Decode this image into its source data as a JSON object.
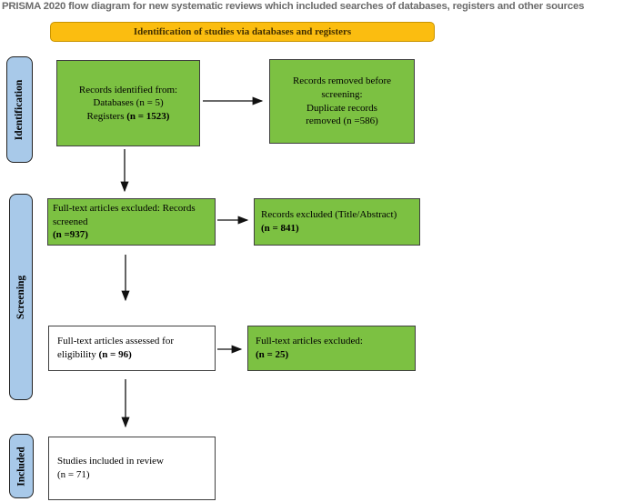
{
  "page_title": "PRISMA 2020 flow diagram for new systematic reviews which included searches of databases, registers and other sources",
  "banner": {
    "label": "Identification of studies via databases and registers"
  },
  "stages": [
    {
      "id": "identification",
      "label": "Identification"
    },
    {
      "id": "screening",
      "label": "Screening"
    },
    {
      "id": "included",
      "label": "Included"
    }
  ],
  "colors": {
    "green": "#7CC142",
    "orange": "#FBBD10",
    "blue": "#A8C9E9",
    "title-gray": "#6b6b6b"
  },
  "boxes": [
    {
      "id": "records-identified",
      "lines": [
        [
          {
            "t": "Records identified from:"
          }
        ],
        [
          {
            "t": "Databases (n = 5)"
          }
        ],
        [
          {
            "t": "Registers "
          },
          {
            "t": "(n = 1523)",
            "b": 1
          }
        ]
      ]
    },
    {
      "id": "records-removed",
      "lines": [
        [
          {
            "t": "Records removed before"
          }
        ],
        [
          {
            "t": "screening:"
          }
        ],
        [
          {
            "t": "Duplicate records"
          }
        ],
        [
          {
            "t": "removed (n =586)"
          }
        ]
      ]
    },
    {
      "id": "records-screened",
      "lines": [
        [
          {
            "t": "Full-text articles excluded: Records"
          }
        ],
        [
          {
            "t": "screened"
          }
        ],
        [
          {
            "t": "(n =937)",
            "b": 1
          }
        ]
      ]
    },
    {
      "id": "records-excluded",
      "lines": [
        [
          {
            "t": "Records excluded (Title/Abstract)"
          }
        ],
        [
          {
            "t": "(n = 841)",
            "b": 1
          }
        ]
      ]
    },
    {
      "id": "fulltext-assessed",
      "lines": [
        [
          {
            "t": "Full-text articles assessed for"
          }
        ],
        [
          {
            "t": "eligibility "
          },
          {
            "t": "(n = 96)",
            "b": 1
          }
        ]
      ]
    },
    {
      "id": "fulltext-excluded",
      "lines": [
        [
          {
            "t": "Full-text articles excluded:"
          }
        ],
        [
          {
            "t": "(n = 25)",
            "b": 1
          }
        ]
      ]
    },
    {
      "id": "studies-included",
      "lines": [
        [
          {
            "t": "Studies included in review"
          }
        ],
        [
          {
            "t": "(n = 71)"
          }
        ]
      ]
    }
  ]
}
